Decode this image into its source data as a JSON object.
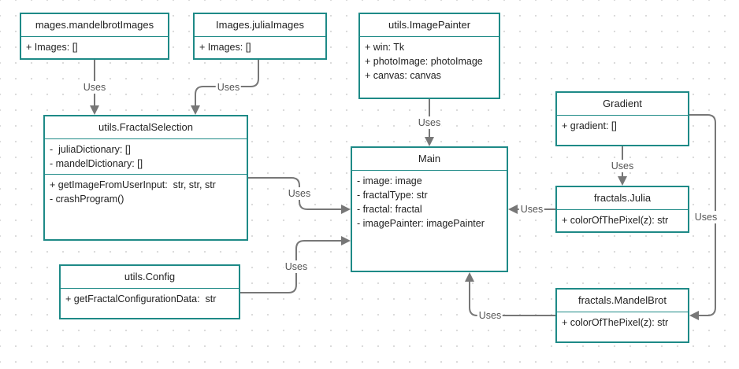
{
  "boxes": {
    "mandelbrot_images": {
      "title": "mages.mandelbrotImages",
      "attributes": [
        "+ Images: []"
      ]
    },
    "julia_images": {
      "title": "Images.juliaImages",
      "attributes": [
        "+ Images: []"
      ]
    },
    "image_painter": {
      "title": "utils.ImagePainter",
      "attributes": [
        "+ win: Tk",
        "+ photoImage: photoImage",
        "+ canvas: canvas"
      ]
    },
    "gradient": {
      "title": "Gradient",
      "attributes": [
        "+ gradient: []"
      ]
    },
    "fractal_selection": {
      "title": "utils.FractalSelection",
      "attributes": [
        "-  juliaDictionary: []",
        "- mandelDictionary: []"
      ],
      "methods": [
        "+ getImageFromUserInput:  str, str, str",
        "- crashProgram()"
      ]
    },
    "main": {
      "title": "Main",
      "attributes": [
        "- image: image",
        "- fractalType: str",
        "- fractal: fractal",
        "- imagePainter: imagePainter"
      ]
    },
    "fractals_julia": {
      "title": "fractals.Julia",
      "attributes": [
        "+ colorOfThePixel(z): str"
      ]
    },
    "utils_config": {
      "title": "utils.Config",
      "attributes": [
        "+ getFractalConfigurationData:  str"
      ]
    },
    "fractals_mandelbrot": {
      "title": "fractals.MandelBrot",
      "attributes": [
        "+ colorOfThePixel(z): str"
      ]
    }
  },
  "relation_label": "Uses",
  "colors": {
    "box_border": "#1e8a87",
    "connector": "#777777",
    "background": "#ffffff",
    "grid_dot": "#d9d9d9"
  }
}
